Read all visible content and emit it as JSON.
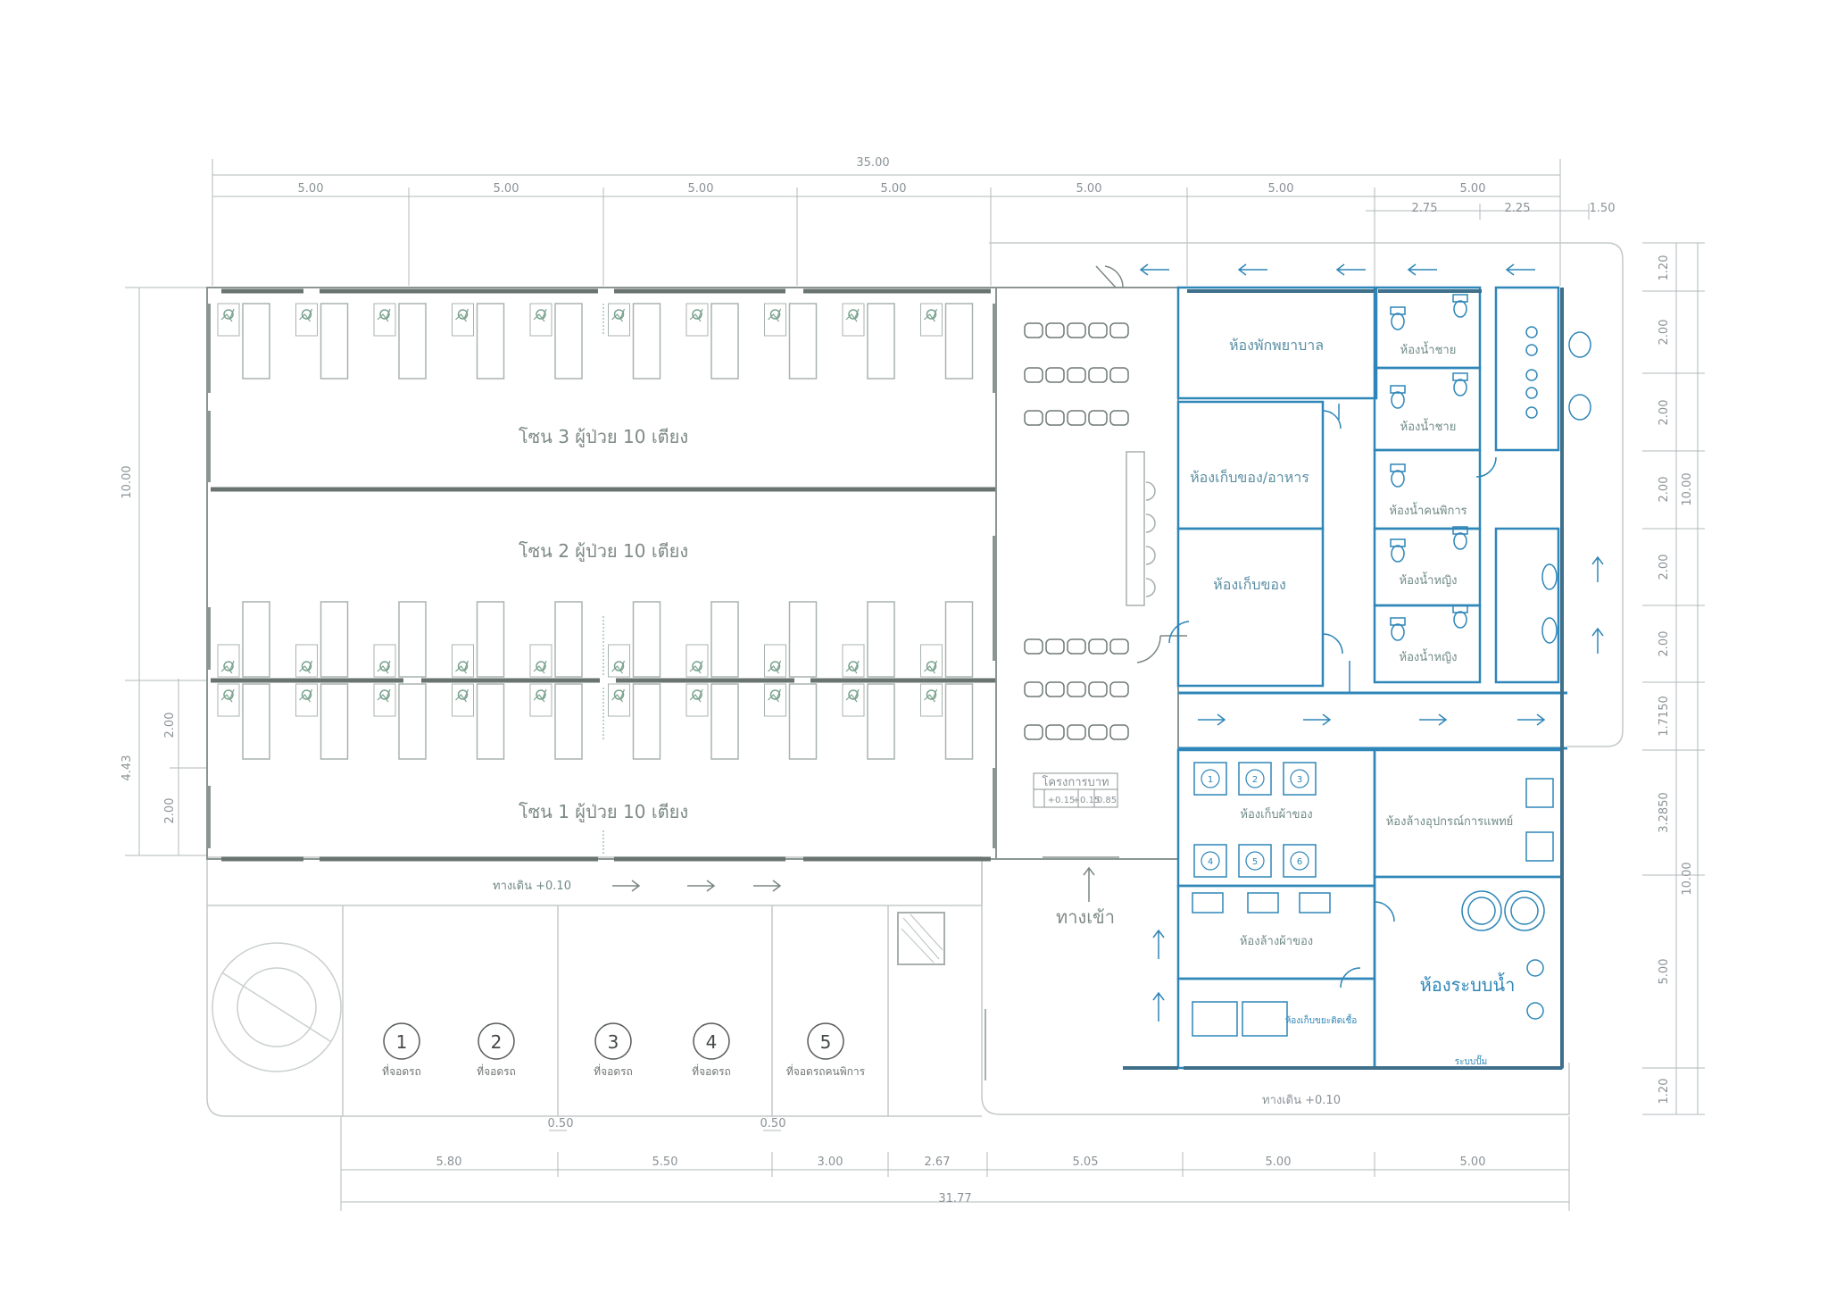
{
  "colors": {
    "wall": "#7f8a86",
    "wall_dark": "#5f6a66",
    "blue": "#2f86b8",
    "blue_light": "#9cc7df",
    "line": "#b7bfbd",
    "dim": "#8f979a",
    "green": "#7aa38f"
  },
  "dimensions": {
    "top_total": "35.00",
    "top_bays": [
      "5.00",
      "5.00",
      "5.00",
      "5.00",
      "5.00",
      "5.00",
      "5.00"
    ],
    "top_sub": [
      "2.75",
      "2.25",
      "1.50"
    ],
    "right": [
      "1.20",
      "2.00",
      "2.00",
      "2.00",
      "2.00",
      "2.00",
      "1.7150",
      "3.2850",
      "5.00",
      "1.20"
    ],
    "right_totals": [
      "10.00",
      "10.00"
    ],
    "left": [
      "10.00",
      "4.43",
      "2.00",
      "2.00"
    ],
    "bottom_mid": [
      "0.50",
      "0.50"
    ],
    "bottom": [
      "5.80",
      "5.50",
      "3.00",
      "2.67",
      "5.05",
      "5.00",
      "5.00"
    ],
    "bottom_total": "31.77"
  },
  "wards": [
    "โซน 3 ผู้ป่วย 10 เตียง",
    "โซน 2 ผู้ป่วย 10 เตียง",
    "โซน 1 ผู้ป่วย 10 เตียง"
  ],
  "rooms": {
    "nurse": "ห้องพักพยาบาล",
    "food_store": "ห้องเก็บของ/อาหาร",
    "store": "ห้องเก็บของ",
    "wc_m1": "ห้องน้ำชาย",
    "wc_m2": "ห้องน้ำชาย",
    "wc_dis": "ห้องน้ำคนพิการ",
    "wc_f1": "ห้องน้ำหญิง",
    "wc_f2": "ห้องน้ำหญิง",
    "linen": "ห้องเก็บผ้าของ",
    "med_wash": "ห้องล้างอุปกรณ์การแพทย์",
    "dish_wash": "ห้องล้างผ้าของ",
    "water": "ห้องระบบน้ำ",
    "waste": "ห้องเก็บขยะติดเชื้อ",
    "gen": "ระบบปั๊ม"
  },
  "walkways": {
    "left": "ทางเดิน +0.10",
    "entry": "ทางเข้า",
    "right": "ทางเดิน +0.10"
  },
  "legend": {
    "title": "โครงการบาท",
    "cells": [
      "+0.15",
      "+0.15",
      "0.85"
    ]
  },
  "parking": [
    {
      "num": "1",
      "label": "ที่จอดรถ"
    },
    {
      "num": "2",
      "label": "ที่จอดรถ"
    },
    {
      "num": "3",
      "label": "ที่จอดรถ"
    },
    {
      "num": "4",
      "label": "ที่จอดรถ"
    },
    {
      "num": "5",
      "label": "ที่จอดรถคนพิการ"
    }
  ],
  "washer_numbers": [
    "1",
    "2",
    "3",
    "4",
    "5",
    "6"
  ]
}
